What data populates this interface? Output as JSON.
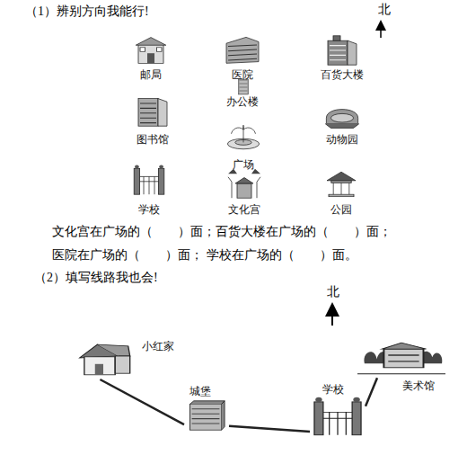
{
  "diagram": {
    "nodes": [
      {
        "text": [
          "邮局"
        ]
      },
      {
        "text": [
          "医院"
        ]
      },
      {
        "text": [
          "百货大楼"
        ]
      },
      {
        "text": [
          "办公楼"
        ]
      },
      {
        "text": [
          "图书馆"
        ]
      },
      {
        "text": [
          "动物园"
        ]
      },
      {
        "text": [
          "广场"
        ]
      },
      {
        "text": [
          "学校"
        ]
      },
      {
        "text": [
          "文化宫"
        ]
      },
      {
        "text": [
          "公园"
        ]
      },
      {
        "text": [
          "小红家"
        ]
      },
      {
        "text": [
          "城堡"
        ]
      },
      {
        "text": [
          "学校"
        ]
      },
      {
        "text": [
          "美术馆"
        ]
      }
    ],
    "edges": [
      {
        "from": 10,
        "to": 11,
        "arrow": "none"
      },
      {
        "from": 11,
        "to": 12,
        "arrow": "none"
      },
      {
        "from": 12,
        "to": 13,
        "arrow": "none"
      }
    ],
    "labels": [
      "（1）辨别方向我能行!",
      "北",
      "文化宫在广场的（　　）面；百货大楼在广场的（　　）面；",
      "医院在广场的（　　）面； 学校在广场的（　　）面。",
      "（2）填写线路我也会!",
      "北"
    ]
  }
}
